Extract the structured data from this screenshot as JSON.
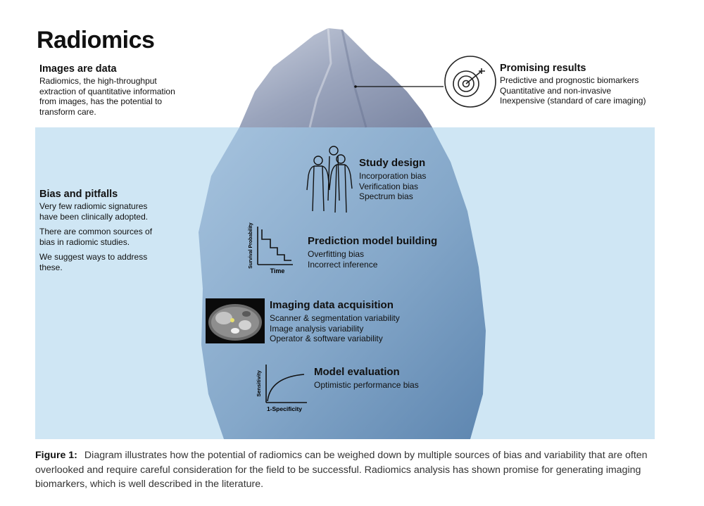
{
  "title": "Radiomics",
  "images_are_data": {
    "heading": "Images are data",
    "lines": [
      "Radiomics, the high-throughput",
      "extraction of quantitative information",
      "from images, has the potential to",
      "transform care."
    ]
  },
  "promising_results": {
    "heading": "Promising results",
    "lines": [
      "Predictive and prognostic biomarkers",
      "Quantitative and non-invasive",
      "Inexpensive (standard of care imaging)"
    ]
  },
  "bias_and_pitfalls": {
    "heading": "Bias and pitfalls",
    "para1": [
      "Very few radiomic signatures",
      "have been clinically adopted."
    ],
    "para2": [
      "There are common sources of",
      "bias in radiomic studies."
    ],
    "para3": [
      "We suggest ways to address",
      "these."
    ]
  },
  "study_design": {
    "heading": "Study design",
    "lines": [
      "Incorporation bias",
      "Verification bias",
      "Spectrum bias"
    ]
  },
  "prediction_model": {
    "heading": "Prediction model building",
    "lines": [
      "Overfitting bias",
      "Incorrect inference"
    ],
    "ylabel": "Survival Probability",
    "xlabel": "Time"
  },
  "imaging_acquisition": {
    "heading": "Imaging data acquisition",
    "lines": [
      "Scanner & segmentation variability",
      "Image analysis variability",
      "Operator & software variability"
    ]
  },
  "model_evaluation": {
    "heading": "Model evaluation",
    "lines": [
      "Optimistic performance bias"
    ],
    "ylabel": "Sensitivity",
    "xlabel": "1-Specificity"
  },
  "caption": {
    "label": "Figure 1:",
    "text": "Diagram illustrates how the potential of radiomics can be weighed down by multiple sources of bias and variability that are often overlooked and require careful consideration for the field to be successful. Radiomics analysis has shown promise for generating imaging biomarkers, which is well described in the literature."
  },
  "colors": {
    "water": "#cfe6f4",
    "ice_top": "#a9b2c8",
    "ice_submerged": "#86a9cb"
  }
}
